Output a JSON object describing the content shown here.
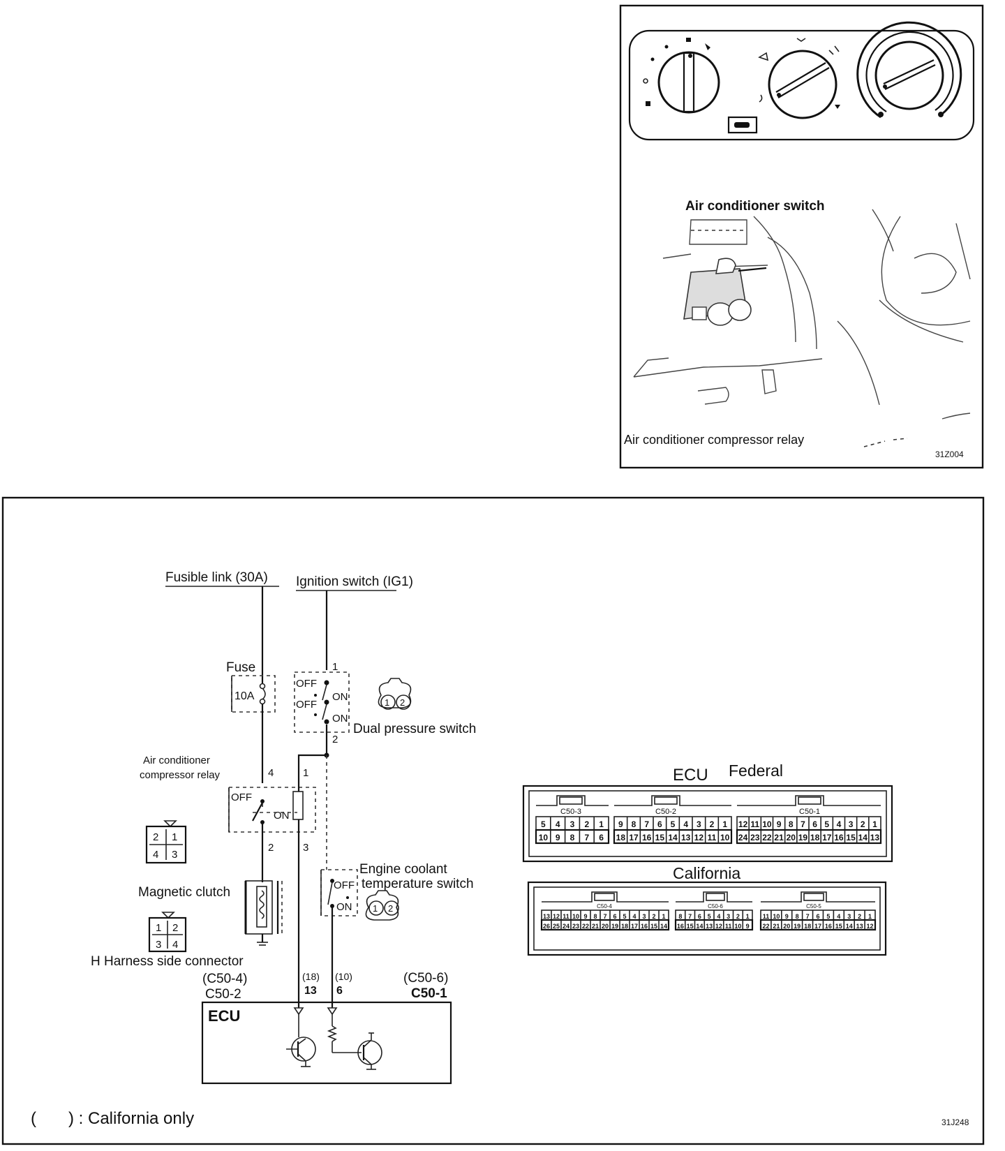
{
  "photo_panel": {
    "labels": {
      "ac_switch": "Air conditioner switch",
      "ac_relay": "Air conditioner compressor relay",
      "figure_code": "31Z004"
    }
  },
  "diagram": {
    "labels": {
      "fusible_link": "Fusible link (30A)",
      "ignition_switch": "Ignition switch (IG1)",
      "fuse": "Fuse",
      "fuse_rating": "10A",
      "dual_pressure_switch": "Dual pressure switch",
      "off": "OFF",
      "on": "ON",
      "relay_line1": "Air conditioner",
      "relay_line2": "compressor relay",
      "magnetic_clutch": "Magnetic clutch",
      "coolant_line1": "Engine coolant",
      "coolant_line2": "temperature switch",
      "harness_connector": "H Harness side connector",
      "ecu": "ECU",
      "c50_4": "(C50-4)",
      "c50_2": "C50-2",
      "c50_6": "(C50-6)",
      "c50_1": "C50-1",
      "pin_18": "(18)",
      "pin_13": "13",
      "pin_10": "(10)",
      "pin_6": "6",
      "pin_1": "1",
      "pin_2": "2",
      "pin_3": "3",
      "pin_4": "4",
      "relay_conn": [
        "2",
        "1",
        "4",
        "3"
      ],
      "clutch_conn": [
        "1",
        "2",
        "3",
        "4"
      ],
      "switch_pins": [
        "1",
        "2"
      ],
      "footnote_open": "(",
      "footnote_text": ") : California only",
      "figure_code": "31J248"
    },
    "ecu_connectors": {
      "federal_title_ecu": "ECU",
      "federal_title": "Federal",
      "california_title": "California",
      "federal": [
        {
          "name": "C50-3",
          "top": [
            "5",
            "4",
            "3",
            "2",
            "1"
          ],
          "bottom": [
            "10",
            "9",
            "8",
            "7",
            "6"
          ]
        },
        {
          "name": "C50-2",
          "top": [
            "9",
            "8",
            "7",
            "6",
            "5",
            "4",
            "3",
            "2",
            "1"
          ],
          "bottom": [
            "18",
            "17",
            "16",
            "15",
            "14",
            "13",
            "12",
            "11",
            "10"
          ]
        },
        {
          "name": "C50-1",
          "top": [
            "12",
            "11",
            "10",
            "9",
            "8",
            "7",
            "6",
            "5",
            "4",
            "3",
            "2",
            "1"
          ],
          "bottom": [
            "24",
            "23",
            "22",
            "21",
            "20",
            "19",
            "18",
            "17",
            "16",
            "15",
            "14",
            "13"
          ]
        }
      ],
      "california": [
        {
          "name": "C50-4",
          "top": [
            "13",
            "12",
            "11",
            "10",
            "9",
            "8",
            "7",
            "6",
            "5",
            "4",
            "3",
            "2",
            "1"
          ],
          "bottom": [
            "26",
            "25",
            "24",
            "23",
            "22",
            "21",
            "20",
            "19",
            "18",
            "17",
            "16",
            "15",
            "14"
          ]
        },
        {
          "name": "C50-6",
          "top": [
            "8",
            "7",
            "6",
            "5",
            "4",
            "3",
            "2",
            "1"
          ],
          "bottom": [
            "16",
            "15",
            "14",
            "13",
            "12",
            "11",
            "10",
            "9"
          ]
        },
        {
          "name": "C50-5",
          "top": [
            "11",
            "10",
            "9",
            "8",
            "7",
            "6",
            "5",
            "4",
            "3",
            "2",
            "1"
          ],
          "bottom": [
            "22",
            "21",
            "20",
            "19",
            "18",
            "17",
            "16",
            "15",
            "14",
            "13",
            "12"
          ]
        }
      ]
    }
  }
}
